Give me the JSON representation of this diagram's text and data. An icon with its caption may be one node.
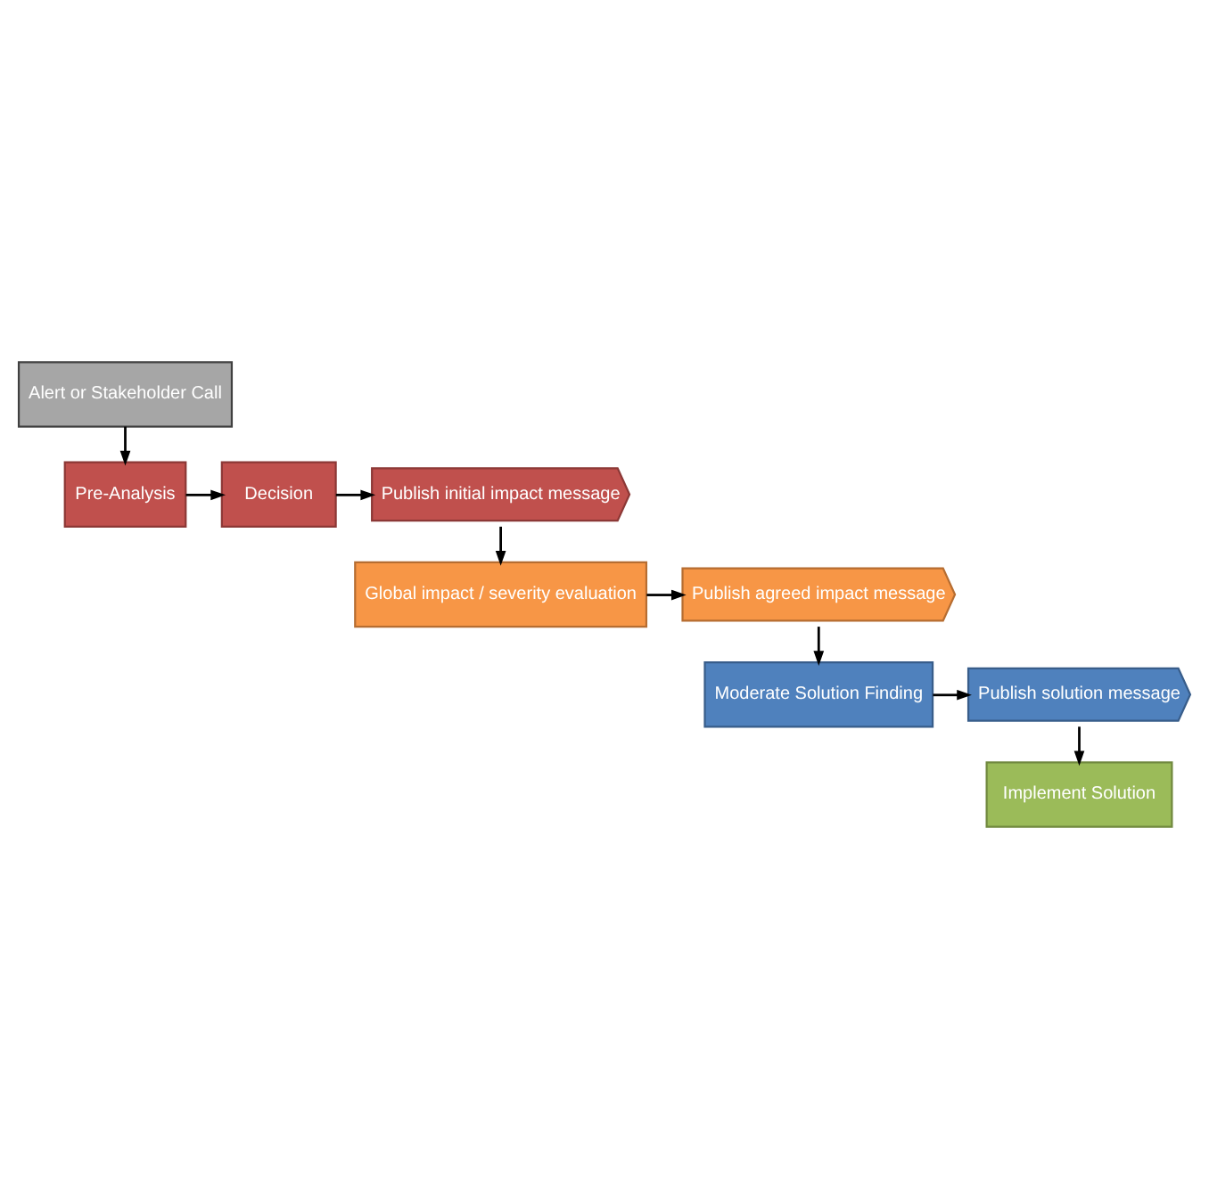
{
  "diagram": {
    "nodes": [
      {
        "text": [
          "Alert or Stakeholder Call"
        ]
      },
      {
        "text": [
          "Pre-Analysis"
        ]
      },
      {
        "text": [
          "Decision"
        ]
      },
      {
        "text": [
          "Publish initial impact message"
        ]
      },
      {
        "text": [
          "Global impact / severity evaluation"
        ]
      },
      {
        "text": [
          "Publish agreed impact message"
        ]
      },
      {
        "text": [
          "Moderate Solution Finding"
        ]
      },
      {
        "text": [
          "Publish solution message"
        ]
      },
      {
        "text": [
          "Implement Solution"
        ]
      }
    ],
    "edges": [
      {
        "from": 0,
        "to": 1,
        "arrow": "to"
      },
      {
        "from": 1,
        "to": 2,
        "arrow": "to"
      },
      {
        "from": 2,
        "to": 3,
        "arrow": "to"
      },
      {
        "from": 3,
        "to": 4,
        "arrow": "to"
      },
      {
        "from": 4,
        "to": 5,
        "arrow": "to"
      },
      {
        "from": 5,
        "to": 6,
        "arrow": "to"
      },
      {
        "from": 6,
        "to": 7,
        "arrow": "to"
      },
      {
        "from": 7,
        "to": 8,
        "arrow": "to"
      }
    ]
  }
}
